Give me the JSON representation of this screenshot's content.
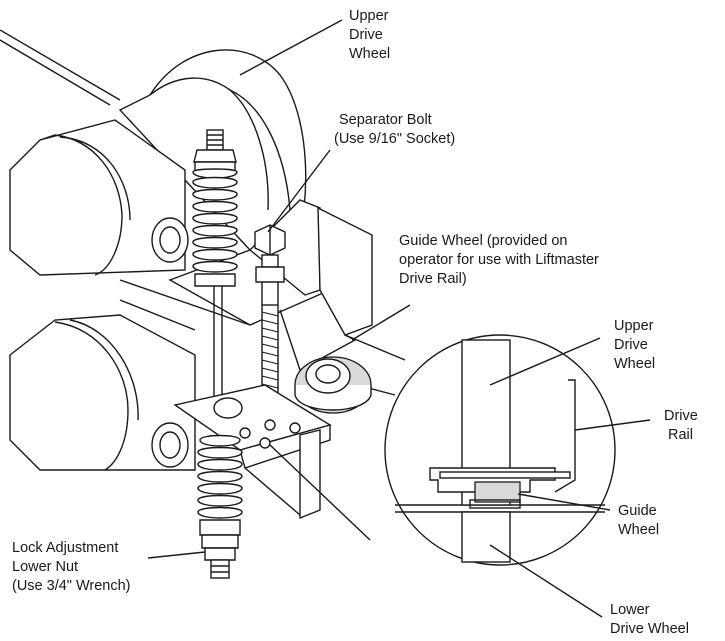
{
  "labels": {
    "upper_drive_wheel": [
      "Upper",
      "Drive",
      "Wheel"
    ],
    "separator_bolt": [
      "Separator Bolt",
      "(Use 9/16\" Socket)"
    ],
    "guide_wheel_note": [
      "Guide Wheel (provided on",
      "operator for use with Liftmaster",
      "Drive Rail)"
    ],
    "detail_upper_drive_wheel": [
      "Upper",
      "Drive",
      "Wheel"
    ],
    "detail_drive_rail": [
      "Drive",
      "Rail"
    ],
    "detail_guide_wheel": [
      "Guide",
      "Wheel"
    ],
    "detail_lower_drive_wheel": [
      "Lower",
      "Drive Wheel"
    ],
    "lock_adjustment": [
      "Lock Adjustment",
      "Lower Nut",
      "(Use 3/4\" Wrench)"
    ]
  },
  "colors": {
    "line": "#1a1a1a",
    "shade": "#d9d9d9",
    "background": "#ffffff"
  }
}
